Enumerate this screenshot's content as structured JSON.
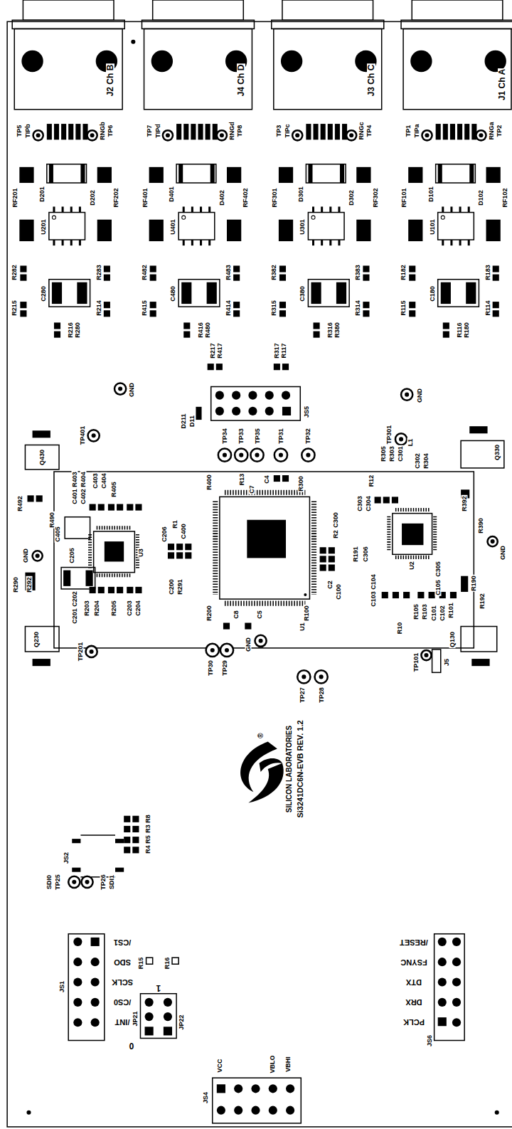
{
  "diagram": {
    "labels": [
      "J2 Ch B",
      "J4 Ch D",
      "J3 Ch C",
      "J1 Ch A",
      "TP5",
      "TIPb",
      "RNGb",
      "TP6",
      "TP7",
      "TIPd",
      "RNGd",
      "TP8",
      "TP3",
      "TIPc",
      "RNGc",
      "TP4",
      "TP1",
      "TIPa",
      "RNGa",
      "TP2",
      "RF201",
      "RF202",
      "RF401",
      "RF402",
      "RF301",
      "RF302",
      "RF101",
      "RF102",
      "D201",
      "D202",
      "D401",
      "D402",
      "D301",
      "D302",
      "D101",
      "D102",
      "U201",
      "U401",
      "U301",
      "U101",
      "R282",
      "R283",
      "R482",
      "R483",
      "R382",
      "R383",
      "R182",
      "R183",
      "C280",
      "C480",
      "C380",
      "C180",
      "R215",
      "R214",
      "R415",
      "R414",
      "R315",
      "R314",
      "R115",
      "R114",
      "R280",
      "R216",
      "R480",
      "R416",
      "R380",
      "R316",
      "R180",
      "R116",
      "R217",
      "R417",
      "R317",
      "R117",
      "GND",
      "GND",
      "D211",
      "D11",
      "JS5",
      "TP401",
      "TP34",
      "TP33",
      "TP35",
      "TP31",
      "TP32",
      "TP301",
      "Q430",
      "Q330",
      "R12",
      "R305",
      "R303",
      "C301",
      "L1",
      "C302",
      "R304",
      "R403",
      "C401",
      "R404",
      "C402",
      "C403",
      "C404",
      "R405",
      "R492",
      "R490",
      "GND",
      "R400",
      "R13",
      "C7",
      "C4",
      "R300",
      "C206",
      "R1",
      "C400",
      "R291",
      "C200",
      "C405",
      "C205",
      "U3",
      "C300",
      "R2",
      "C303",
      "C304",
      "R191",
      "C306",
      "U2",
      "C305",
      "C105",
      "R392",
      "R390",
      "GND",
      "C2",
      "C100",
      "U1",
      "C104",
      "C103",
      "R190",
      "R192",
      "R290",
      "R292",
      "C202",
      "C201",
      "R203",
      "R204",
      "R205",
      "C203",
      "C204",
      "R200",
      "C8",
      "C5",
      "R100",
      "R105",
      "R103",
      "C101",
      "C102",
      "R101",
      "R10",
      "Q230",
      "Q130",
      "J5",
      "TP201",
      "TP30",
      "TP29",
      "GND",
      "TP27",
      "TP28",
      "TP101",
      "®",
      "SILICON LABORATORIES",
      "Si3241DC6N-EVB REV. 1.2",
      "JS2",
      "R8",
      "R3",
      "R5",
      "R4",
      "SDI0",
      "TP25",
      "TP26",
      "SDI1",
      "/CS1",
      "SDO",
      "SCLK",
      "/CS0",
      "/INT",
      "JS1",
      "R15",
      "R16",
      "1",
      "JP21",
      "JP22",
      "0",
      "/RESET",
      "FSYNC",
      "DTX",
      "DRX",
      "PCLK",
      "JS6",
      "JS4",
      "VCC",
      "VBLO",
      "VBHI"
    ]
  }
}
